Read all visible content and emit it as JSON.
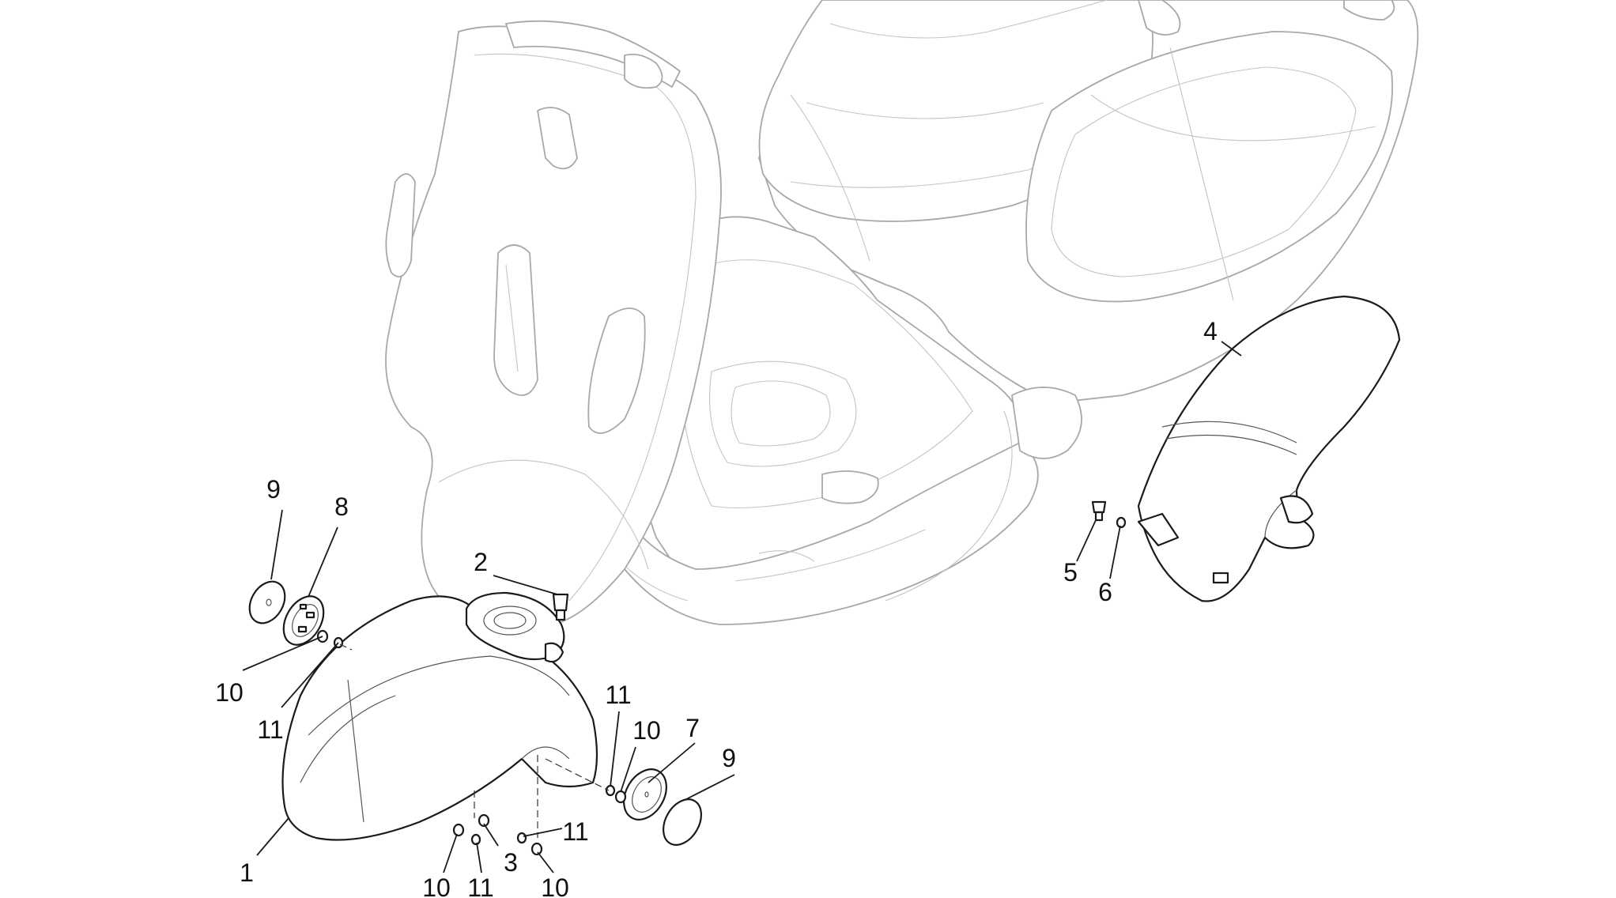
{
  "diagram": {
    "callouts": [
      {
        "id": "c9a",
        "text": "9"
      },
      {
        "id": "c8",
        "text": "8"
      },
      {
        "id": "c2",
        "text": "2"
      },
      {
        "id": "c10a",
        "text": "10"
      },
      {
        "id": "c11a",
        "text": "11"
      },
      {
        "id": "c11b",
        "text": "11"
      },
      {
        "id": "c10b",
        "text": "10"
      },
      {
        "id": "c7",
        "text": "7"
      },
      {
        "id": "c9b",
        "text": "9"
      },
      {
        "id": "c1",
        "text": "1"
      },
      {
        "id": "c3",
        "text": "3"
      },
      {
        "id": "c11c",
        "text": "11"
      },
      {
        "id": "c10c",
        "text": "10"
      },
      {
        "id": "c11d",
        "text": "11"
      },
      {
        "id": "c10d",
        "text": "10"
      },
      {
        "id": "c4",
        "text": "4"
      },
      {
        "id": "c5",
        "text": "5"
      },
      {
        "id": "c6",
        "text": "6"
      }
    ]
  }
}
